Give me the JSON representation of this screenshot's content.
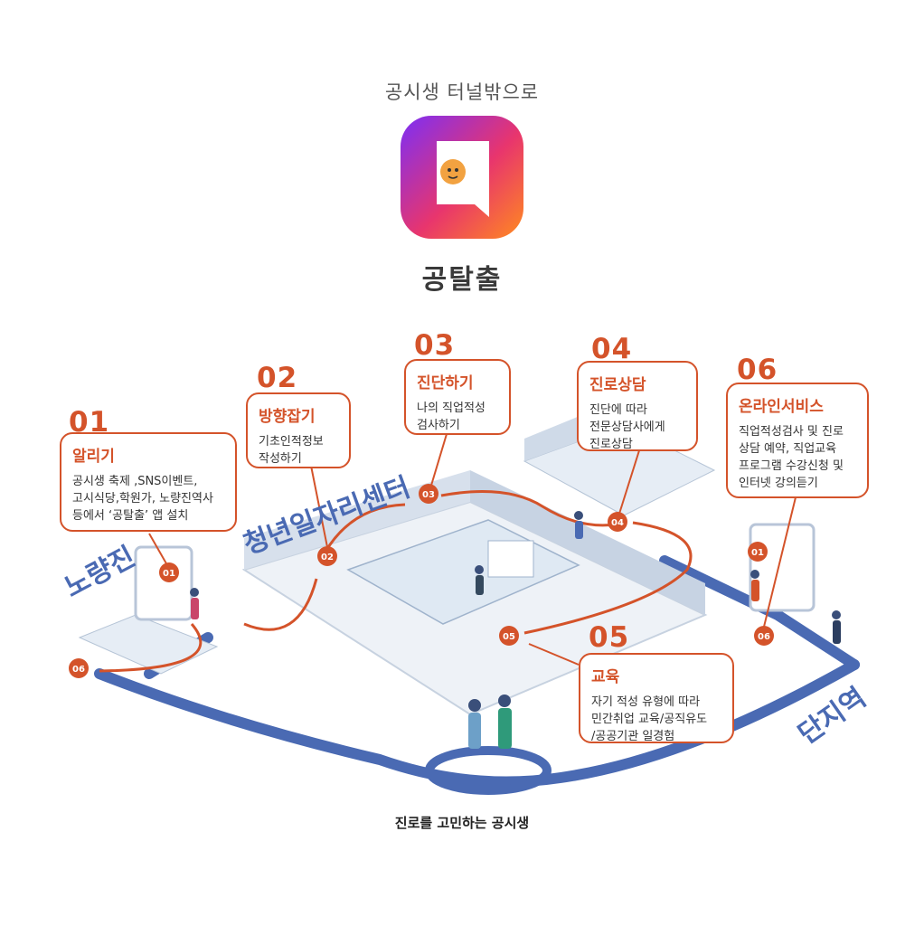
{
  "header": {
    "subtitle": "공시생 터널밖으로",
    "brand": "공탈출"
  },
  "colors": {
    "accent": "#d4532a",
    "path_blue": "#4a6ab3",
    "logo_gradient": [
      "#7b2ff7",
      "#e8356d",
      "#ff8a1f"
    ]
  },
  "places": {
    "noryangjin": "노량진",
    "center": "청년일자리센터",
    "station": "단지역"
  },
  "steps": [
    {
      "num": "01",
      "title": "알리기",
      "desc": "공시생 축제 ,SNS이벤트,\n고시식당,학원가, 노량진역사\n등에서 ‘공탈출’ 앱 설치"
    },
    {
      "num": "02",
      "title": "방향잡기",
      "desc": "기초인적정보\n작성하기"
    },
    {
      "num": "03",
      "title": "진단하기",
      "desc": "나의 직업적성\n검사하기"
    },
    {
      "num": "04",
      "title": "진로상담",
      "desc": "진단에 따라\n전문상담사에게\n진로상담"
    },
    {
      "num": "05",
      "title": "교육",
      "desc": "자기 적성 유형에 따라\n민간취업 교육/공직유도\n/공공기관 일경험"
    },
    {
      "num": "06",
      "title": "온라인서비스",
      "desc": "직업적성검사 및 진로\n상담 예약, 직업교육\n프로그램 수강신청 및\n인터넷 강의듣기"
    }
  ],
  "markers": [
    "01",
    "02",
    "03",
    "04",
    "05",
    "06",
    "01",
    "06"
  ],
  "caption": "진로를 고민하는 공시생"
}
